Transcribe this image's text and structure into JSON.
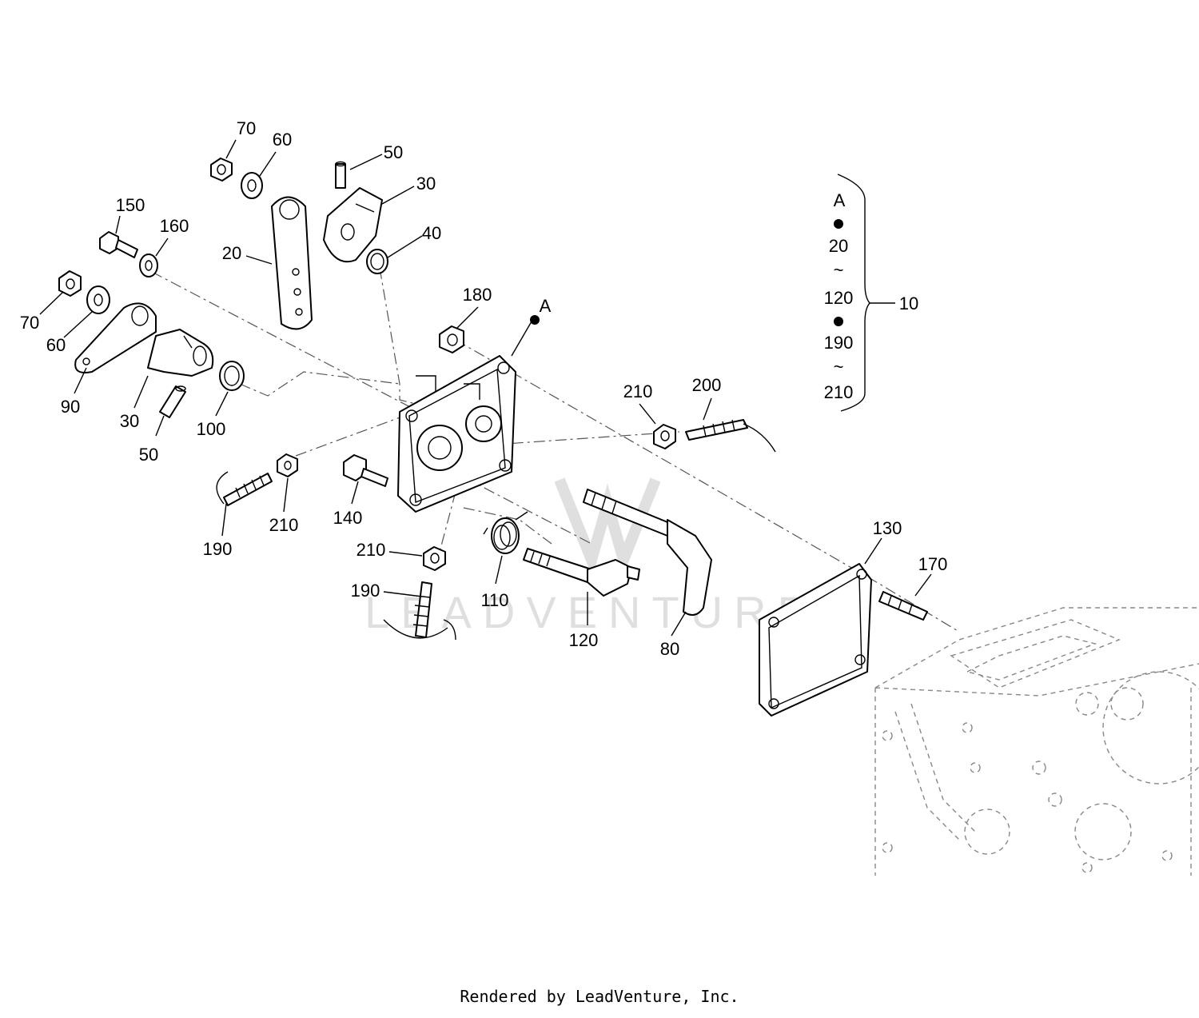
{
  "diagram": {
    "callouts": {
      "c70_top": "70",
      "c60_top": "60",
      "c50_top": "50",
      "c30_top": "30",
      "c150": "150",
      "c160": "160",
      "c20_left": "20",
      "c40": "40",
      "c180": "180",
      "cA_cover": "A",
      "c70_left": "70",
      "c60_left": "60",
      "c90": "90",
      "c30_left": "30",
      "c50_left": "50",
      "c100": "100",
      "c210_right": "210",
      "c200": "200",
      "c190_left": "190",
      "c210_left": "210",
      "c140": "140",
      "c210_bottom": "210",
      "c190_bottom": "190",
      "c110": "110",
      "c120_bottom": "120",
      "c80": "80",
      "c130": "130",
      "c170": "170"
    },
    "assembly_key": {
      "a": "A",
      "from1": "20",
      "range1": "~",
      "to1": "120",
      "from2": "190",
      "range2": "~",
      "to2": "210",
      "assembly": "10"
    },
    "watermark": "LEADVENTURE"
  },
  "footer": {
    "text": "Rendered by LeadVenture, Inc."
  }
}
